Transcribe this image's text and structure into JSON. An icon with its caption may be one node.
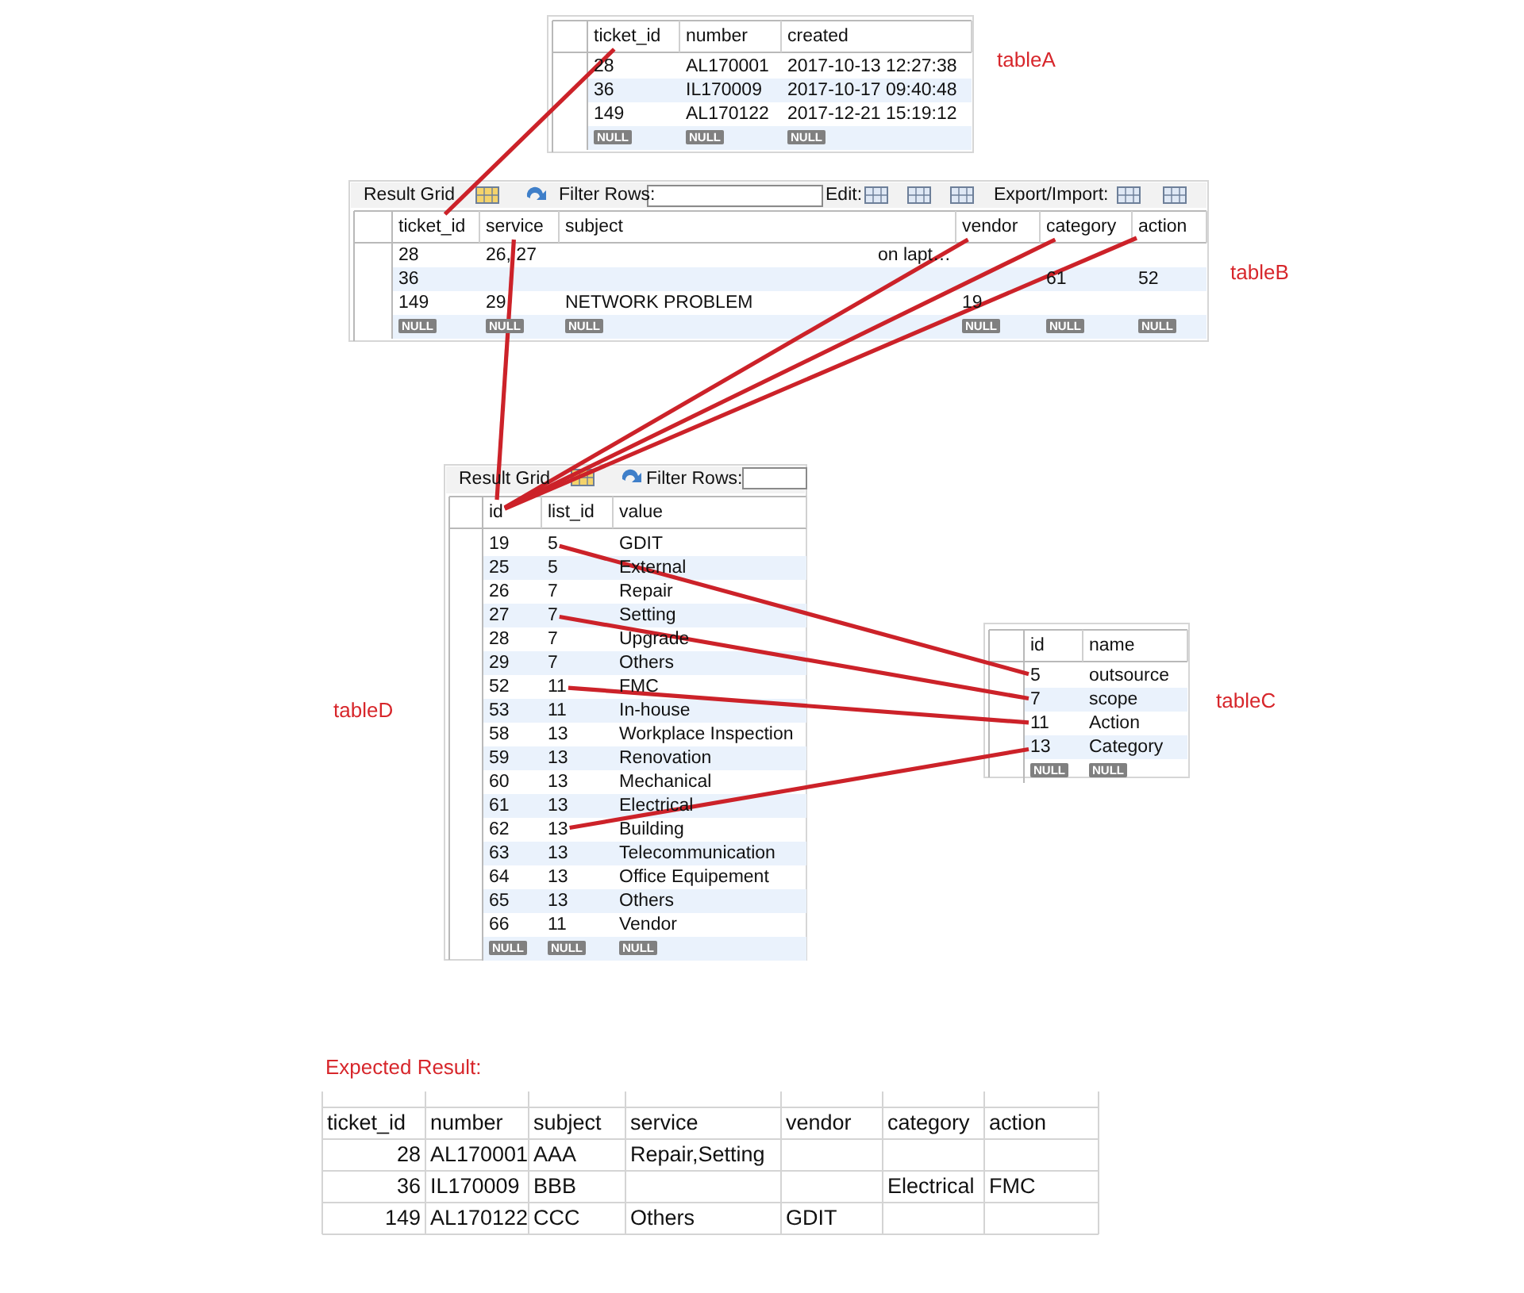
{
  "diagram": {
    "nodes": [
      {
        "text": [
          "ticket_id"
        ]
      },
      {
        "text": [
          "ticket_id"
        ]
      },
      {
        "text": [
          "service"
        ]
      },
      {
        "text": [
          "vendor"
        ]
      },
      {
        "text": [
          "category"
        ]
      },
      {
        "text": [
          "action"
        ]
      },
      {
        "text": [
          "id"
        ]
      },
      {
        "text": [
          "5"
        ]
      },
      {
        "text": [
          "7"
        ]
      },
      {
        "text": [
          "11"
        ]
      },
      {
        "text": [
          "13"
        ]
      },
      {
        "text": [
          "5"
        ]
      },
      {
        "text": [
          "7"
        ]
      },
      {
        "text": [
          "11"
        ]
      },
      {
        "text": [
          "13"
        ]
      }
    ],
    "edges": [
      {
        "from": 0,
        "to": 1,
        "arrow": "none"
      },
      {
        "from": 2,
        "to": 6,
        "arrow": "none"
      },
      {
        "from": 3,
        "to": 6,
        "arrow": "none"
      },
      {
        "from": 4,
        "to": 6,
        "arrow": "none"
      },
      {
        "from": 5,
        "to": 6,
        "arrow": "none"
      },
      {
        "from": 7,
        "to": 11,
        "arrow": "none"
      },
      {
        "from": 8,
        "to": 12,
        "arrow": "none"
      },
      {
        "from": 9,
        "to": 13,
        "arrow": "none"
      },
      {
        "from": 10,
        "to": 14,
        "arrow": "none"
      }
    ],
    "labels": [
      "number",
      "created",
      "28",
      "AL170001",
      "2017-10-13 12:27:38",
      "36",
      "IL170009",
      "2017-10-17 09:40:48",
      "149",
      "AL170122",
      "2017-12-21 15:19:12",
      "NULL",
      "NULL",
      "NULL",
      "tableA",
      "Result Grid",
      "Filter Rows:",
      "Edit:",
      "Export/Import:",
      "subject",
      "28",
      "26, 27",
      "on lapt…",
      "36",
      "61",
      "52",
      "149",
      "29",
      "NETWORK PROBLEM",
      "19",
      "NULL",
      "NULL",
      "NULL",
      "NULL",
      "NULL",
      "NULL",
      "tableB",
      "Result Grid",
      "Filter Rows:",
      "list_id",
      "value",
      "19",
      "GDIT",
      "25",
      "5",
      "External",
      "26",
      "7",
      "Repair",
      "27",
      "Setting",
      "28",
      "7",
      "Upgrade",
      "29",
      "7",
      "Others",
      "52",
      "FMC",
      "53",
      "11",
      "In-house",
      "58",
      "13",
      "Workplace Inspection",
      "59",
      "13",
      "Renovation",
      "60",
      "13",
      "Mechanical",
      "61",
      "13",
      "Electrical",
      "62",
      "Building",
      "63",
      "13",
      "Telecommunication",
      "64",
      "13",
      "Office Equipement",
      "65",
      "13",
      "Others",
      "66",
      "11",
      "Vendor",
      "NULL",
      "NULL",
      "NULL",
      "tableD",
      "id",
      "name",
      "outsource",
      "scope",
      "Action",
      "Category",
      "NULL",
      "NULL",
      "tableC",
      "Expected Result:",
      "ticket_id",
      "number",
      "subject",
      "service",
      "vendor",
      "category",
      "action",
      "28",
      "AL170001",
      "AAA",
      "Repair,Setting",
      "36",
      "IL170009",
      "BBB",
      "Electrical",
      "FMC",
      "149",
      "AL170122",
      "CCC",
      "Others",
      "GDIT"
    ]
  }
}
